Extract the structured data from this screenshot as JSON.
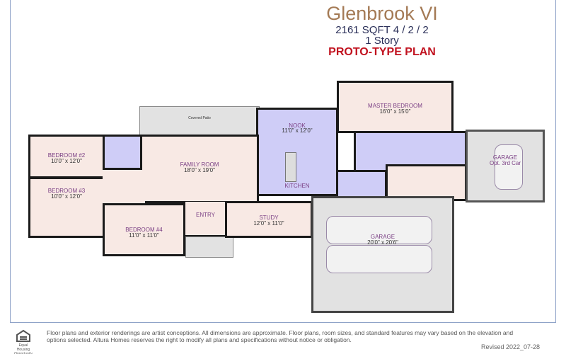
{
  "header": {
    "title": "Glenbrook VI",
    "specs": "2161 SQFT 4 / 2 / 2",
    "stories": "1 Story",
    "plan_type": "PROTO-TYPE PLAN"
  },
  "rooms": {
    "covered_patio": {
      "name": "Covered Patio"
    },
    "bedroom2": {
      "name": "BEDROOM #2",
      "dims": "10'0\" x 12'0\""
    },
    "bedroom3": {
      "name": "BEDROOM #3",
      "dims": "10'0\" x 12'0\""
    },
    "bedroom4": {
      "name": "BEDROOM #4",
      "dims": "11'0\" x 11'0\""
    },
    "family_room": {
      "name": "FAMILY ROOM",
      "dims": "18'0\" x 19'0\""
    },
    "nook": {
      "name": "NOOK",
      "dims": "11'0\" x 12'0\""
    },
    "kitchen": {
      "name": "KITCHEN"
    },
    "entry": {
      "name": "ENTRY"
    },
    "study": {
      "name": "STUDY",
      "dims": "12'0\" x 11'0\""
    },
    "master_bedroom": {
      "name": "MASTER BEDROOM",
      "dims": "16'0\" x 15'0\""
    },
    "garage": {
      "name": "GARAGE",
      "dims": "20'0\" x 20'6\""
    },
    "garage_opt": {
      "name": "GARAGE",
      "dims": "Opt. 3rd Car"
    }
  },
  "footer": {
    "disclaimer": "Floor plans and exterior renderings are artist conceptions.  All dimensions are approximate.  Floor plans, room sizes, and standard features may vary based on the elevation and options selected.  Altura Homes reserves the right to modify all plans and specifications without notice or obligation.",
    "revised": "Revised 2022_07-28",
    "logo_text": "Equal Housing Opportunity"
  },
  "colors": {
    "title": "#a47a55",
    "plan_type": "#c1121f",
    "room_label": "#7a3f84",
    "living": "#f8e9e4",
    "wet": "#cfcdf7"
  }
}
